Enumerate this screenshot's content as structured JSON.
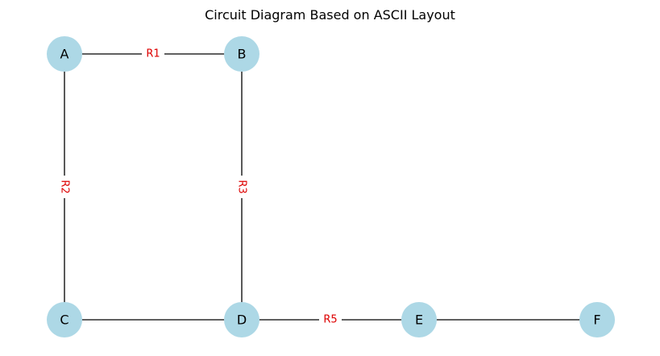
{
  "title": "Circuit Diagram Based on ASCII Layout",
  "colors": {
    "node_fill": "#add8e6",
    "edge_stroke": "#000000",
    "label_color": "#dd0000",
    "background": "#ffffff"
  },
  "nodes": [
    {
      "id": "A",
      "label": "A"
    },
    {
      "id": "B",
      "label": "B"
    },
    {
      "id": "C",
      "label": "C"
    },
    {
      "id": "D",
      "label": "D"
    },
    {
      "id": "E",
      "label": "E"
    },
    {
      "id": "F",
      "label": "F"
    }
  ],
  "edges": [
    {
      "source": "A",
      "target": "B",
      "label": "R1"
    },
    {
      "source": "A",
      "target": "C",
      "label": "R2"
    },
    {
      "source": "B",
      "target": "D",
      "label": "R3"
    },
    {
      "source": "C",
      "target": "D",
      "label": ""
    },
    {
      "source": "D",
      "target": "E",
      "label": "R5"
    },
    {
      "source": "E",
      "target": "F",
      "label": ""
    }
  ]
}
